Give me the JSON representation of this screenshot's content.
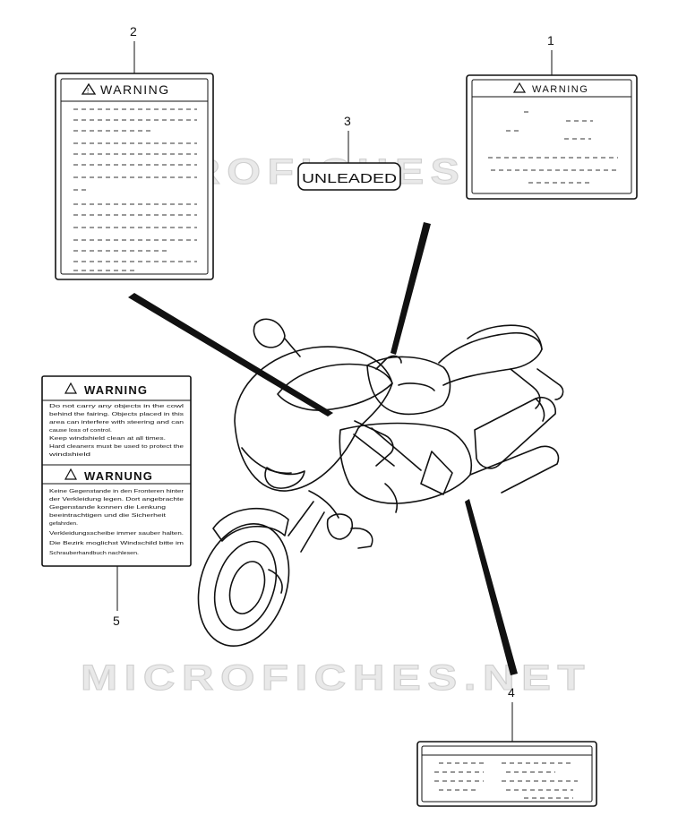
{
  "watermark": "MICROFICHES.NET",
  "parts": [
    {
      "ref": "1",
      "label_text": "WARNING"
    },
    {
      "ref": "2",
      "label_text": "WARNING"
    },
    {
      "ref": "3",
      "label_text": "UNLEADED"
    },
    {
      "ref": "4",
      "label_text": ""
    },
    {
      "ref": "5",
      "label_text": "WARNING",
      "label_text_2": "WARNUNG"
    }
  ],
  "label5": {
    "warning_lines": [
      "Do not carry any objects in the cowl",
      "behind the fairing. Objects placed in this",
      "area can interfere with steering and can",
      "cause loss of control.",
      "Keep windshield clean at all times.",
      "Hard cleaners must be used to protect the",
      "windshield"
    ],
    "warnung_lines": [
      "Keine Gegenstande in den Fronteren hinter",
      "der Verkleidung legen. Dort angebrachte",
      "Gegenstande konnen die Lenkung",
      "beeintrachtigen und die Sicherheit",
      "gefahrden.",
      "Verkleidungsscheibe immer sauber halten.",
      "Die Bezirk moglichst Windschild bitte im",
      "Schrauberhandbuch nachlesen."
    ]
  }
}
